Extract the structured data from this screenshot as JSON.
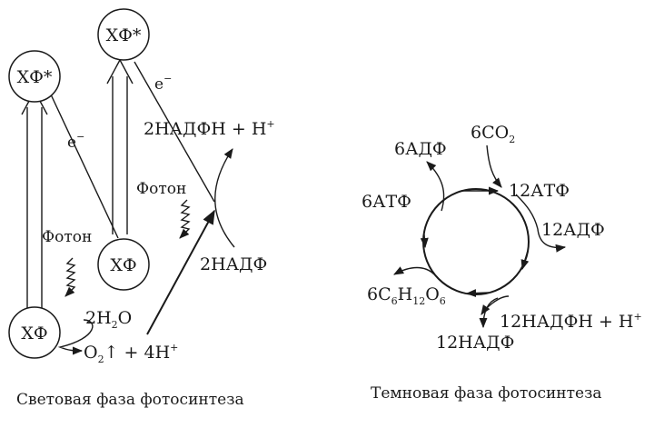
{
  "light_phase": {
    "caption": "Световая фаза фотосинтеза",
    "chlorophyll_excited_left": "ХФ*",
    "chlorophyll_excited_right": "ХФ*",
    "chlorophyll_ground_left": "ХФ",
    "chlorophyll_ground_right": "ХФ",
    "electron_left": "e",
    "electron_right": "e",
    "electron_charge": "−",
    "photon_left": "Фотон",
    "photon_right": "Фотон",
    "nadph_product": "2НАДФН + Н",
    "nadp_substrate": "2НАДФ",
    "water_num": "2Н",
    "water_sub": "2",
    "water_end": "О",
    "oxygen_o": "О",
    "oxygen_sub": "2",
    "oxygen_rest": "↑ + 4Н",
    "plus_sign": "+"
  },
  "dark_phase": {
    "caption": "Темновая фаза  фотосинтеза",
    "co2_in": "6СО",
    "co2_sub": "2",
    "adp_6": "6АДФ",
    "atp_6": "6АТФ",
    "atp_12": "12АТФ",
    "adp_12": "12АДФ",
    "glucose_c": "6С",
    "glucose_c_sub": "6",
    "glucose_h": "Н",
    "glucose_h_sub": "12",
    "glucose_o": "О",
    "glucose_o_sub": "6",
    "nadph_12": "12НАДФН + Н",
    "nadp_12": "12НАДФ",
    "plus_sign": "+"
  },
  "colors": {
    "ink": "#1a1a1a",
    "background": "#ffffff"
  }
}
